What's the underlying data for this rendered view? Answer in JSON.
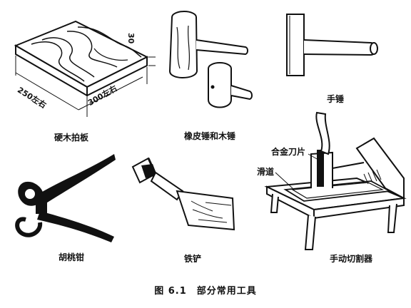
{
  "figure": {
    "number": "图 6.1",
    "title": "部分常用工具"
  },
  "tools": {
    "board": {
      "label": "硬木拍板",
      "dim_length": "300左右",
      "dim_width": "250左右",
      "dim_thickness": "30"
    },
    "mallets": {
      "label": "橡皮锤和木锤"
    },
    "hammer": {
      "label": "手锤"
    },
    "pliers": {
      "label": "胡桃钳"
    },
    "shovel": {
      "label": "铁铲"
    },
    "cutter": {
      "label": "手动切割器",
      "callout_blade": "合金刀片",
      "callout_rail": "滑道"
    }
  }
}
